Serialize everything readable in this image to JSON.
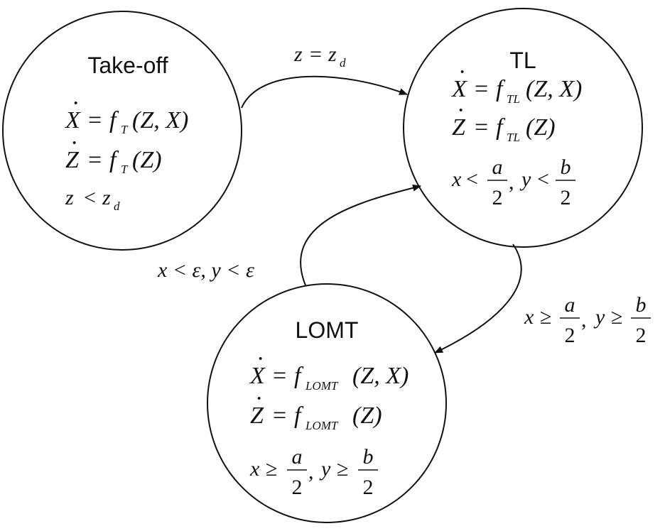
{
  "states": [
    {
      "id": "takeoff",
      "title": "Take-off",
      "eq1": {
        "lhs": "X",
        "fn": "f",
        "sub": "T",
        "args": "(Z, X)"
      },
      "eq2": {
        "lhs": "Z",
        "fn": "f",
        "sub": "T",
        "args": "(Z)"
      },
      "condition": {
        "var": "z",
        "op": "<",
        "rhs": "z",
        "rhs_sub": "d"
      }
    },
    {
      "id": "tl",
      "title": "TL",
      "eq1": {
        "lhs": "X",
        "fn": "f",
        "sub": "TL",
        "args": "(Z, X)"
      },
      "eq2": {
        "lhs": "Z",
        "fn": "f",
        "sub": "TL",
        "args": "(Z)"
      },
      "condition": {
        "v1": "x",
        "op": "<",
        "num1": "a",
        "den1": "2",
        "v2": "y",
        "num2": "b",
        "den2": "2"
      }
    },
    {
      "id": "lomt",
      "title": "LOMT",
      "eq1": {
        "lhs": "X",
        "fn": "f",
        "sub": "LOMT",
        "args": "(Z, X)"
      },
      "eq2": {
        "lhs": "Z",
        "fn": "f",
        "sub": "LOMT",
        "args": "(Z)"
      },
      "condition": {
        "v1": "x",
        "op": "≥",
        "num1": "a",
        "den1": "2",
        "v2": "y",
        "num2": "b",
        "den2": "2"
      }
    }
  ],
  "transitions": [
    {
      "from": "Take-off",
      "to": "TL",
      "label": {
        "var": "z",
        "op": "=",
        "rhs": "z",
        "rhs_sub": "d"
      }
    },
    {
      "from": "TL",
      "to": "LOMT",
      "label": {
        "v1": "x",
        "op": "≥",
        "num1": "a",
        "den1": "2",
        "v2": "y",
        "num2": "b",
        "den2": "2"
      }
    },
    {
      "from": "LOMT",
      "to": "TL",
      "label": {
        "text": "x < ε, y < ε"
      }
    }
  ]
}
